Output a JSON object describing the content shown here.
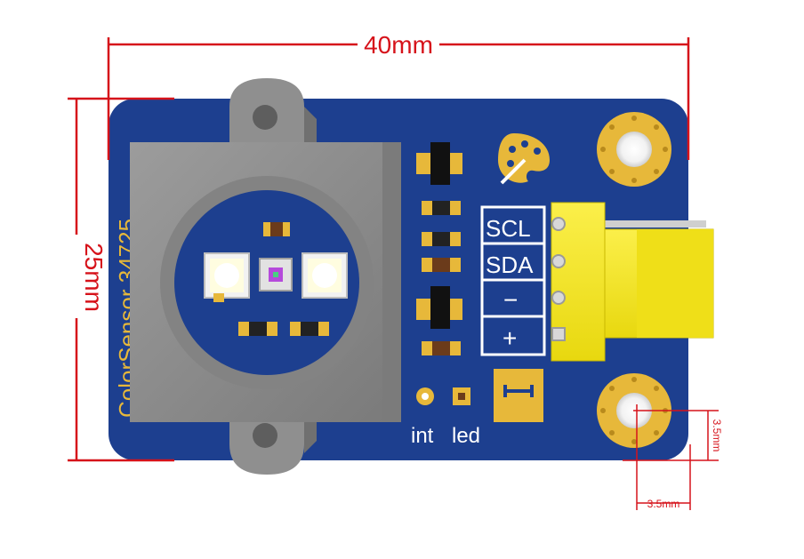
{
  "dimensions": {
    "width_label": "40mm",
    "height_label": "25mm",
    "hole_offset_x_label": "3.5mm",
    "hole_offset_y_label": "3.5mm"
  },
  "board": {
    "vertical_silk_text": "ColorSensor 34725",
    "pin_labels": [
      "SCL",
      "SDA",
      "−",
      "+"
    ],
    "int_label": "int",
    "led_label": "led",
    "logo": "palette-icon"
  },
  "colors": {
    "dimension": "#d6121a",
    "pcb": "#1d3f8f",
    "gold": "#e7b83a",
    "connector": "#f7e81c",
    "housing": "#8d8d8d"
  }
}
